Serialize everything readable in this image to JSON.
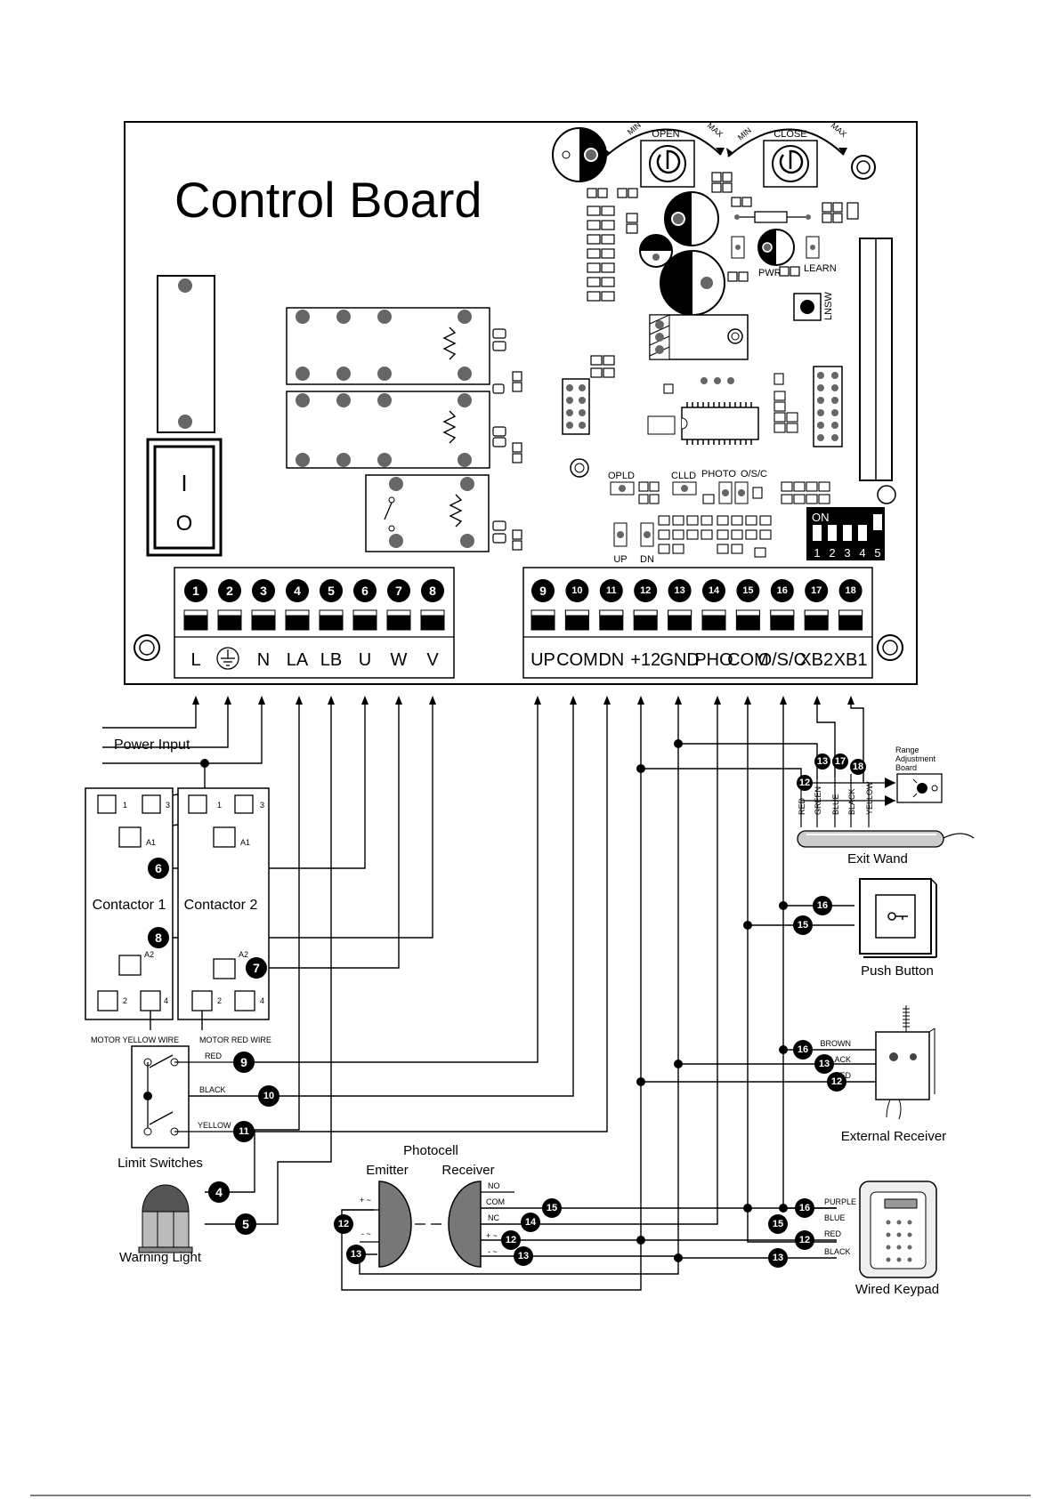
{
  "board": {
    "title": "Control Board",
    "pot_open": "OPEN",
    "pot_close": "CLOSE",
    "min1": "MIN",
    "max1": "MAX",
    "min2": "MIN",
    "max2": "MAX",
    "pwr": "PWR",
    "learn": "LEARN",
    "lnsw": "LNSW",
    "opld": "OPLD",
    "clld": "CLLD",
    "photo": "PHOTO",
    "osc": "O/S/C",
    "up": "UP",
    "dn": "DN",
    "dip_on": "ON",
    "dip_numbers": [
      "1",
      "2",
      "3",
      "4",
      "5"
    ],
    "switch_on": "I",
    "switch_off": "O"
  },
  "terminals_left": [
    {
      "num": "1",
      "label": "L"
    },
    {
      "num": "2",
      "label": ""
    },
    {
      "num": "3",
      "label": "N"
    },
    {
      "num": "4",
      "label": "LA"
    },
    {
      "num": "5",
      "label": "LB"
    },
    {
      "num": "6",
      "label": "U"
    },
    {
      "num": "7",
      "label": "W"
    },
    {
      "num": "8",
      "label": "V"
    }
  ],
  "terminals_right": [
    {
      "num": "9",
      "label": "UP"
    },
    {
      "num": "10",
      "label": "COM"
    },
    {
      "num": "11",
      "label": "DN"
    },
    {
      "num": "12",
      "label": "+12"
    },
    {
      "num": "13",
      "label": "GND"
    },
    {
      "num": "14",
      "label": "PHO"
    },
    {
      "num": "15",
      "label": "COM"
    },
    {
      "num": "16",
      "label": "O/S/C"
    },
    {
      "num": "17",
      "label": "XB2"
    },
    {
      "num": "18",
      "label": "XB1"
    }
  ],
  "power_input": "Power Input",
  "contactors": {
    "c1": "Contactor 1",
    "c2": "Contactor 2",
    "a1": "A1",
    "a2": "A2",
    "pins": [
      "1",
      "3",
      "2",
      "4"
    ],
    "motor_yellow": "MOTOR YELLOW WIRE",
    "motor_red": "MOTOR RED WIRE",
    "badges": [
      "6",
      "8",
      "7"
    ]
  },
  "limit_switches": {
    "caption": "Limit Switches",
    "wires": [
      {
        "color": "RED",
        "num": "9"
      },
      {
        "color": "BLACK",
        "num": "10"
      },
      {
        "color": "YELLOW",
        "num": "11"
      }
    ]
  },
  "warning_light": {
    "caption": "Warning Light",
    "badges": [
      "4",
      "5"
    ]
  },
  "photocell": {
    "caption": "Photocell",
    "emitter": "Emitter",
    "receiver": "Receiver",
    "emitter_plus": "+ ~",
    "emitter_minus": "- ~",
    "recv_pins": [
      "NO",
      "COM",
      "NC",
      "+ ~",
      "- ~"
    ],
    "badges": [
      "15",
      "14",
      "12",
      "13",
      "12",
      "13"
    ]
  },
  "range_board": {
    "caption": "Range Adjustment Board",
    "badges": [
      "13",
      "17",
      "18",
      "12"
    ]
  },
  "exit_wand": {
    "caption": "Exit Wand",
    "wires": [
      "RED",
      "GREEN",
      "BLUE",
      "BLACK",
      "YELLOW"
    ]
  },
  "push_button": {
    "caption": "Push Button",
    "badges": [
      "16",
      "15"
    ]
  },
  "external_receiver": {
    "caption": "External Receiver",
    "wires": [
      {
        "color": "BROWN",
        "num": "16"
      },
      {
        "color": "BLACK",
        "num": "13"
      },
      {
        "color": "RED",
        "num": "12"
      }
    ]
  },
  "wired_keypad": {
    "caption": "Wired Keypad",
    "wires": [
      {
        "color": "PURPLE",
        "num": "16"
      },
      {
        "color": "BLUE",
        "num": "15"
      },
      {
        "color": "RED",
        "num": "12"
      },
      {
        "color": "BLACK",
        "num": "13"
      }
    ]
  }
}
